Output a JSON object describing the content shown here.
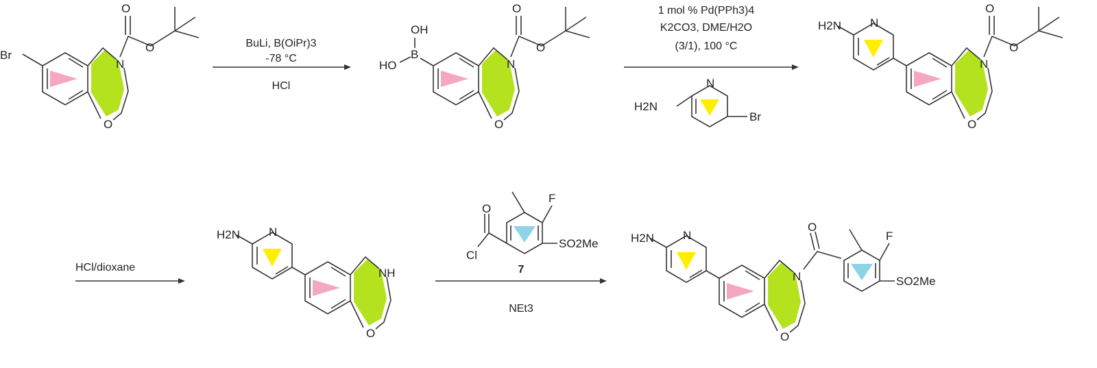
{
  "colors": {
    "benzene": "#f4a7c0",
    "oxazepine": "#b5e21f",
    "pyridine": "#ffee00",
    "aryl": "#8fd3e8",
    "ink": "#222222"
  },
  "step1": {
    "reagent_line1": "BuLi, B(OiPr)3",
    "reagent_line2": "-78 °C",
    "reagent_below": "HCl"
  },
  "step2": {
    "reagent_line1": "1 mol % Pd(PPh3)4",
    "reagent_line2": "K2CO3, DME/H2O",
    "reagent_line3": "(3/1), 100 °C",
    "coupling_partner": {
      "amine": "H2N",
      "ring_n": "N",
      "halide": "Br"
    }
  },
  "step3": {
    "reagent": "HCl/dioxane"
  },
  "step4": {
    "compound_number": "7",
    "acyl_chloride": "Cl",
    "fluoro": "F",
    "sulfone": "SO2Me",
    "reagent_below": "NEt3"
  },
  "atoms": {
    "br": "Br",
    "n": "N",
    "o": "O",
    "b": "B",
    "oh": "OH",
    "ho": "HO",
    "h2n": "H2N",
    "nh": "NH",
    "carbonyl_o": "O",
    "f": "F",
    "so2me": "SO2Me"
  }
}
